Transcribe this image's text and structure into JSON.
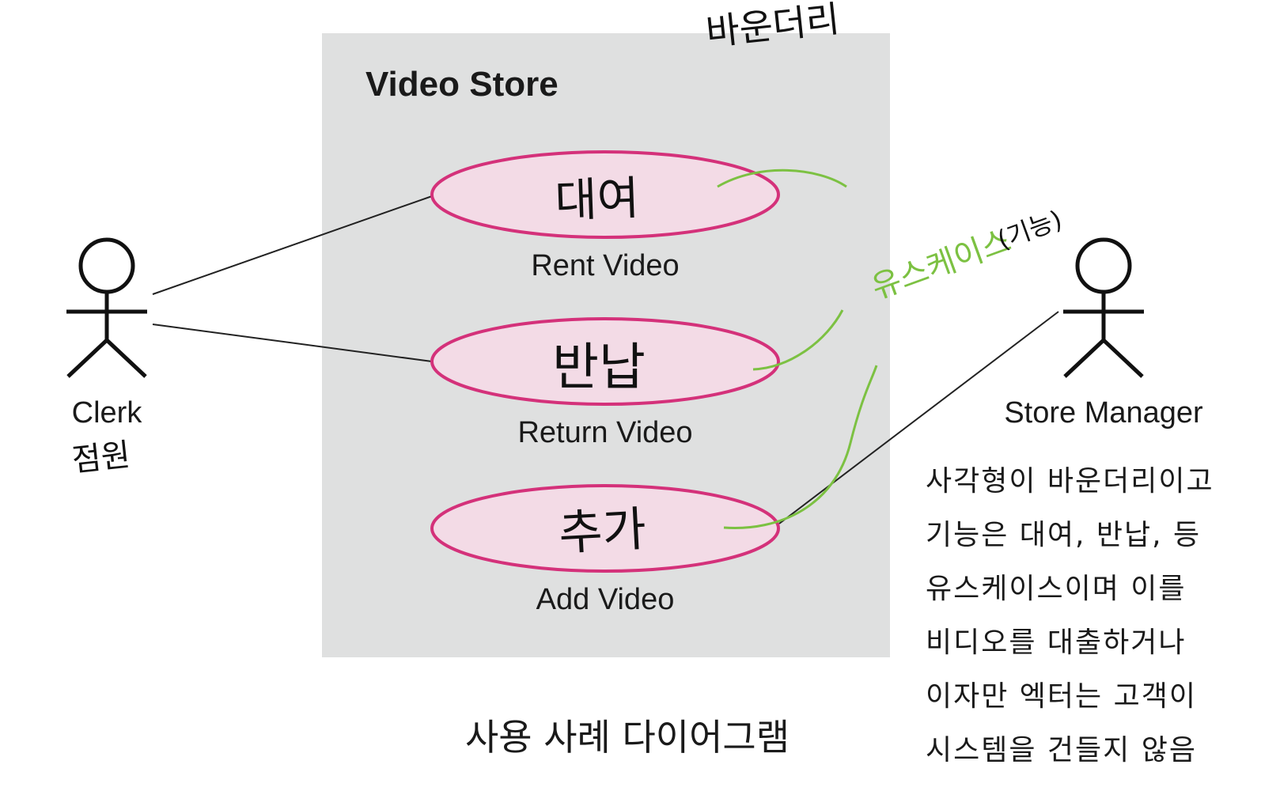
{
  "diagram": {
    "boundary": {
      "title": "Video Store",
      "fill": "#dfe0e0"
    },
    "use_cases": [
      {
        "id": "rent",
        "label": "Rent Video",
        "handwritten": "대여"
      },
      {
        "id": "return",
        "label": "Return Video",
        "handwritten": "반납"
      },
      {
        "id": "add",
        "label": "Add  Video",
        "handwritten": "추가"
      }
    ],
    "actors": [
      {
        "id": "clerk",
        "label": "Clerk",
        "handwritten": "점원"
      },
      {
        "id": "manager",
        "label": "Store Manager"
      }
    ],
    "annotations": {
      "boundary_note": "바운더리",
      "usecase_note": "유스케이스",
      "usecase_note_paren": "(기능)"
    },
    "caption": "사용 사례 다이어그램",
    "explanation_lines": [
      "사각형이 바운더리이고",
      "기능은 대여, 반납, 등",
      "유스케이스이며 이를",
      "비디오를 대출하거나",
      "이자만 엑터는 고객이",
      "시스템을 건들지 않음"
    ],
    "colors": {
      "usecase_fill": "#f3dbe6",
      "usecase_stroke": "#d4317a",
      "annotation_green": "#7cc142",
      "line": "#222222"
    }
  }
}
